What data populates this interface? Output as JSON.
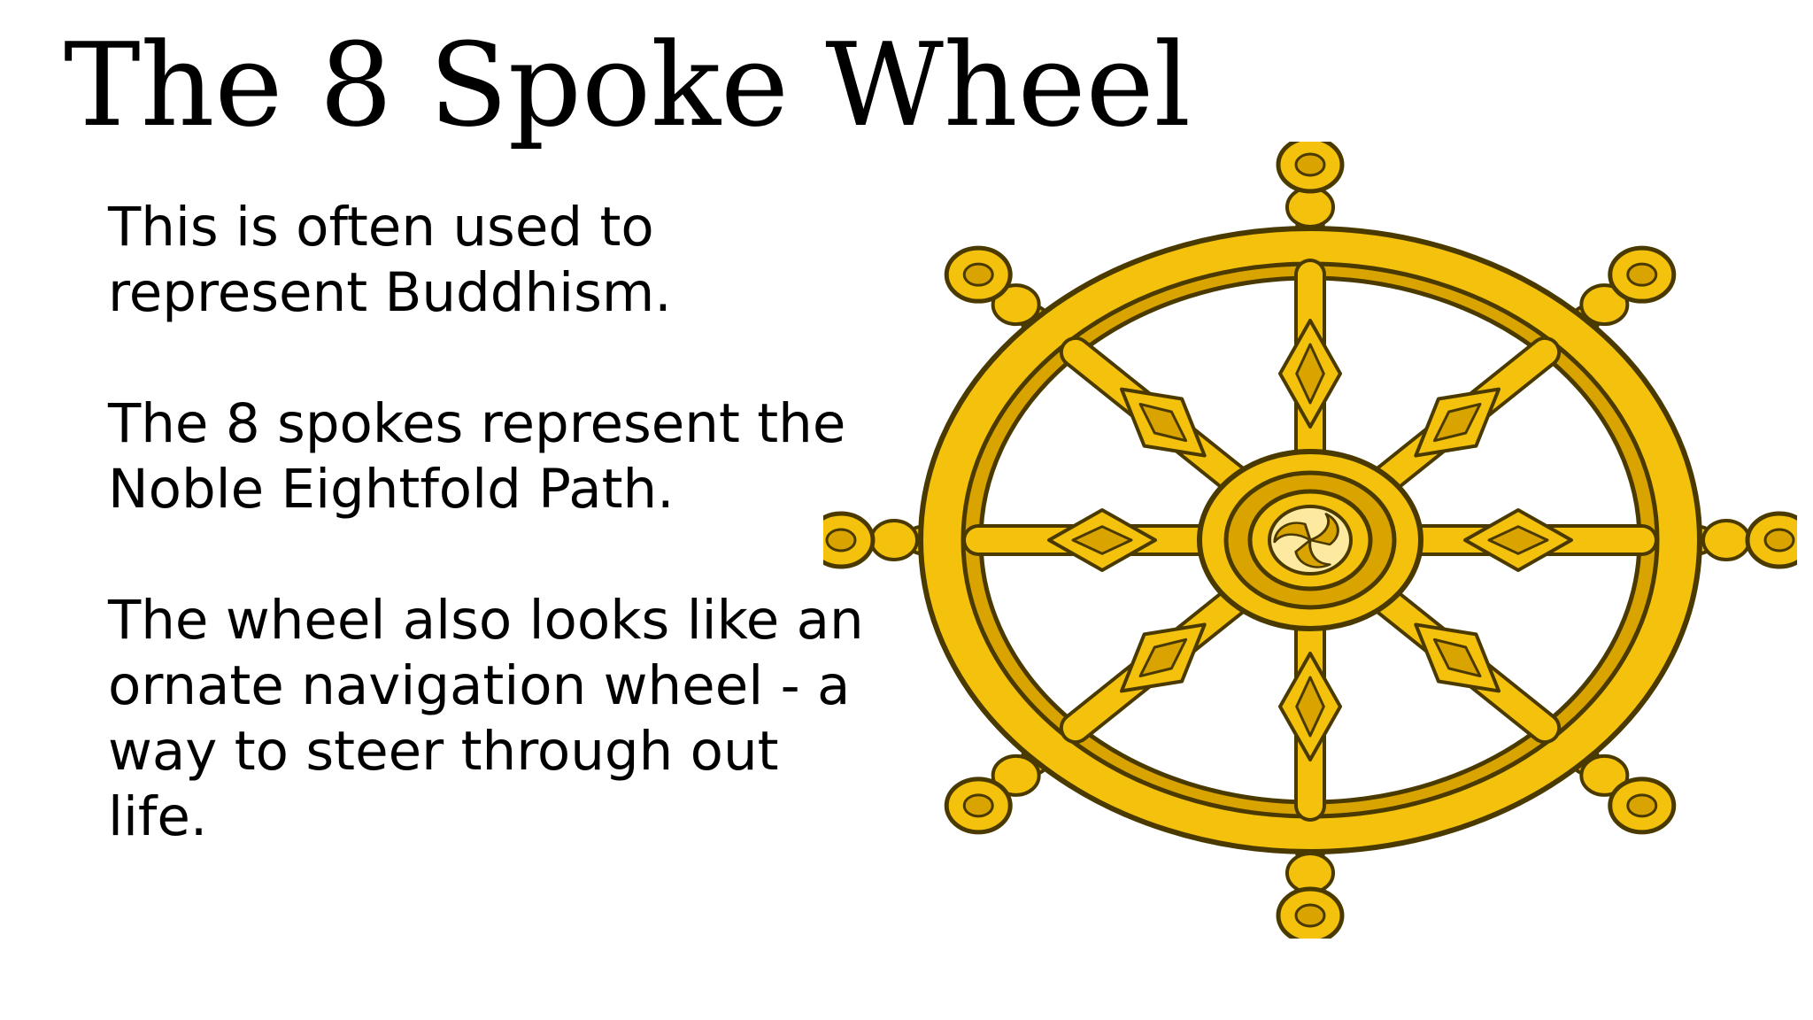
{
  "slide": {
    "title": "The 8 Spoke Wheel",
    "paragraphs": [
      "This is often used to represent Buddhism.",
      "The 8 spokes represent the Noble Eightfold Path.",
      "The wheel also looks like an ornate navigation wheel - a way to steer through out life."
    ]
  },
  "image": {
    "subject": "dharma-wheel",
    "spoke_count": 8,
    "colors": {
      "gold": "#f4c20d",
      "gold_shadow": "#d9a400",
      "hub_light": "#fde9a0",
      "outline": "#4a3a00"
    }
  }
}
